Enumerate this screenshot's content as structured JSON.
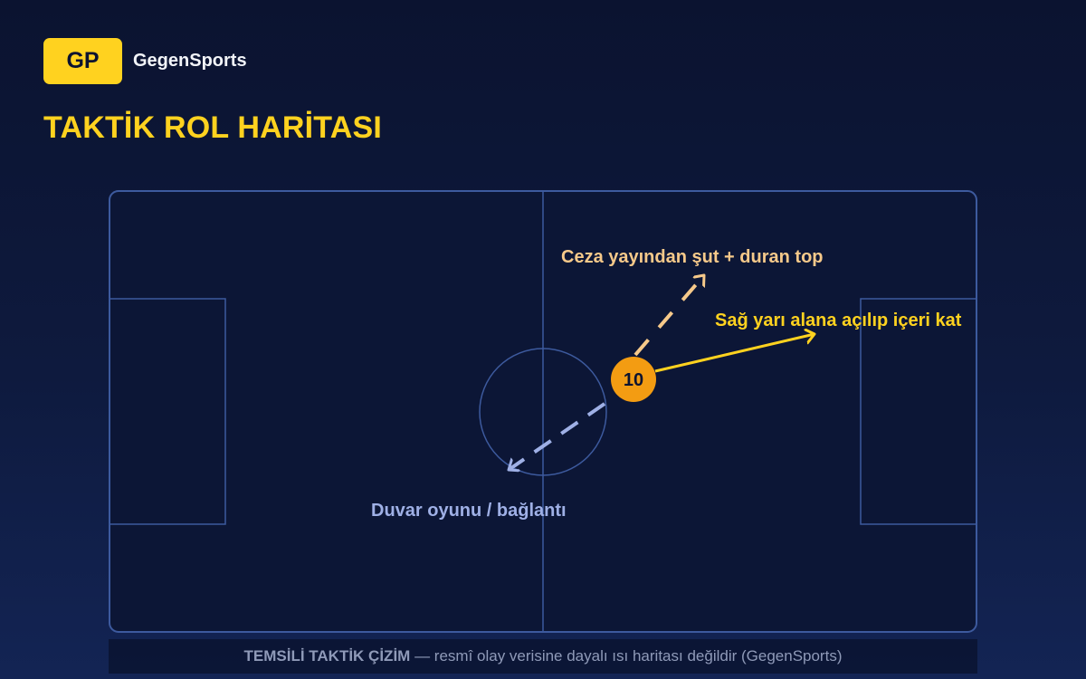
{
  "brand": {
    "logo_text": "GP",
    "name": "GegenSports"
  },
  "title": "TAKTİK ROL HARİTASI",
  "player": {
    "number": "10",
    "color": "#f39c12"
  },
  "runs": [
    {
      "label": "Ceza yayından şut + duran top",
      "style": "dashed",
      "color": "#f6c98a"
    },
    {
      "label": "Sağ yarı alana açılıp içeri kat",
      "style": "solid",
      "color": "#ffd21f"
    },
    {
      "label": "Duvar oyunu / bağlantı",
      "style": "dashed",
      "color": "#9fb0e6"
    }
  ],
  "footer": {
    "strong": "TEMSİLİ TAKTİK ÇİZİM",
    "rest": " — resmî olay verisine dayalı ısı haritası değildir (GegenSports)"
  },
  "colors": {
    "background": "#0e1a3e",
    "pitch_line": "#3d5a9e",
    "accent": "#ffd21f"
  }
}
